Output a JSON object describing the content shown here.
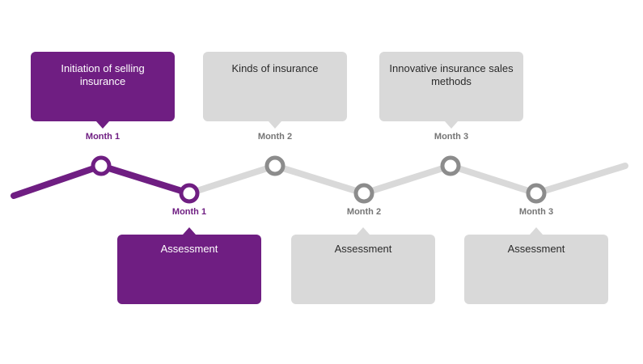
{
  "slide": {
    "type": "zigzag-timeline-diagram",
    "colors": {
      "background": "#ffffff",
      "accent_purple": "#6f1e82",
      "inactive_fill": "#d9d9d9",
      "inactive_node_stroke": "#8c8c8c",
      "inactive_month_text": "#757575",
      "box_dark_text": "#2b2b2b",
      "box_light_text": "#ffffff"
    },
    "timeline": {
      "phases": [
        {
          "top_label": "Initiation of selling insurance",
          "top_month": "Month 1",
          "bottom_month": "Month 1",
          "bottom_label": "Assessment",
          "highlighted": true
        },
        {
          "top_label": "Kinds of insurance",
          "top_month": "Month 2",
          "bottom_month": "Month 2",
          "bottom_label": "Assessment",
          "highlighted": false
        },
        {
          "top_label": "Innovative insurance sales methods",
          "top_month": "Month 3",
          "bottom_month": "Month 3",
          "bottom_label": "Assessment",
          "highlighted": false
        }
      ]
    }
  }
}
